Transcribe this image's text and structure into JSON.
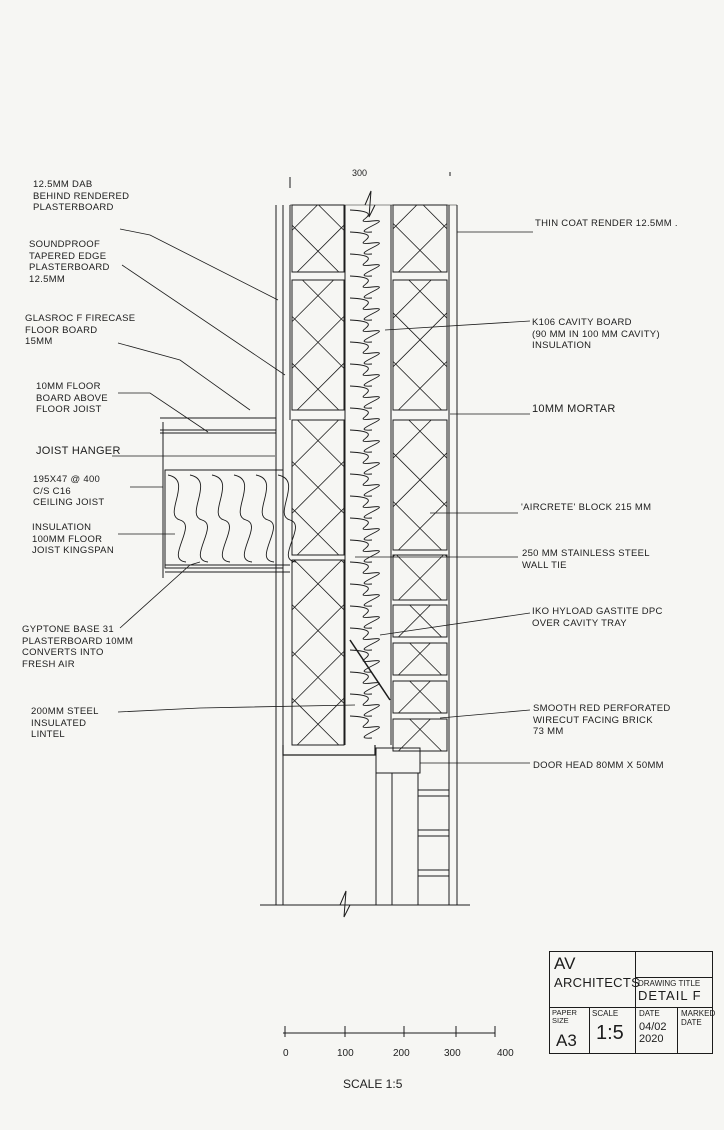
{
  "drawing": {
    "dimension_top": "300",
    "left_labels": [
      {
        "id": "dab",
        "lines": [
          "12.5mm DAB",
          "BEHIND RENDERED",
          "PLASTERBOARD"
        ]
      },
      {
        "id": "soundproof",
        "lines": [
          "SOUNDPROOF",
          "TAPERED EDGE",
          "PLASTERBOARD",
          "12.5mm"
        ]
      },
      {
        "id": "glasroc",
        "lines": [
          "GLASROC F FIRECASE",
          "FLOOR BOARD",
          "15mm"
        ]
      },
      {
        "id": "floorboard",
        "lines": [
          "10mm FLOOR",
          "BOARD ABOVE",
          "FLOOR JOIST"
        ]
      },
      {
        "id": "joist-hanger",
        "lines": [
          "JOIST HANGER"
        ]
      },
      {
        "id": "ceiling-joist",
        "lines": [
          "195x47 @ 400",
          "c/s C16",
          "CEILING JOIST"
        ]
      },
      {
        "id": "floor-insulation",
        "lines": [
          "INSULATION",
          "100mm FLOOR",
          "JOIST KINGSPAN"
        ]
      },
      {
        "id": "gyptone",
        "lines": [
          "GYPTONE BASE 31",
          "PLASTERBOARD 10mm",
          "CONVERTS INTO",
          "FRESH AIR"
        ]
      },
      {
        "id": "lintel",
        "lines": [
          "200mm STEEL",
          "INSULATED",
          "LINTEL"
        ]
      }
    ],
    "right_labels": [
      {
        "id": "render",
        "lines": [
          "THIN COAT RENDER 12.5mm ."
        ]
      },
      {
        "id": "cavity-board",
        "lines": [
          "K106 CAVITY BOARD",
          "(90 mm IN 100 mm CAVITY)",
          "INSULATION"
        ]
      },
      {
        "id": "mortar",
        "lines": [
          "10mm MORTAR"
        ]
      },
      {
        "id": "aircrete",
        "lines": [
          "'AIRCRETE' BLOCK 215 mm"
        ]
      },
      {
        "id": "wall-tie",
        "lines": [
          "250 mm STAINLESS STEEL",
          "WALL TIE"
        ]
      },
      {
        "id": "dpc",
        "lines": [
          "IKO HYLOAD GASTITE DPC",
          "OVER CAVITY TRAY"
        ]
      },
      {
        "id": "facing-brick",
        "lines": [
          "SMOOTH RED PERFORATED",
          "WIRECUT FACING BRICK",
          "73 mm"
        ]
      },
      {
        "id": "door-head",
        "lines": [
          "DOOR HEAD 80mm x 50mm"
        ]
      }
    ]
  },
  "scale_bar": {
    "ticks": [
      "0",
      "100",
      "200",
      "300",
      "400"
    ],
    "caption": "SCALE 1:5"
  },
  "title_block": {
    "company_line1": "AV",
    "company_line2": "ARCHITECTS",
    "drawing_title_label": "DRAWING TITLE",
    "drawing_title": "DETAIL F",
    "paper_size_label": "PAPER SIZE",
    "paper_size": "A3",
    "scale_label": "SCALE",
    "scale": "1:5",
    "date_label": "DATE",
    "date_line1": "04/02",
    "date_line2": "2020",
    "marked_date_label": "MARKED DATE"
  },
  "colors": {
    "ink": "#1c1c1c",
    "paper": "#f6f6f3"
  }
}
